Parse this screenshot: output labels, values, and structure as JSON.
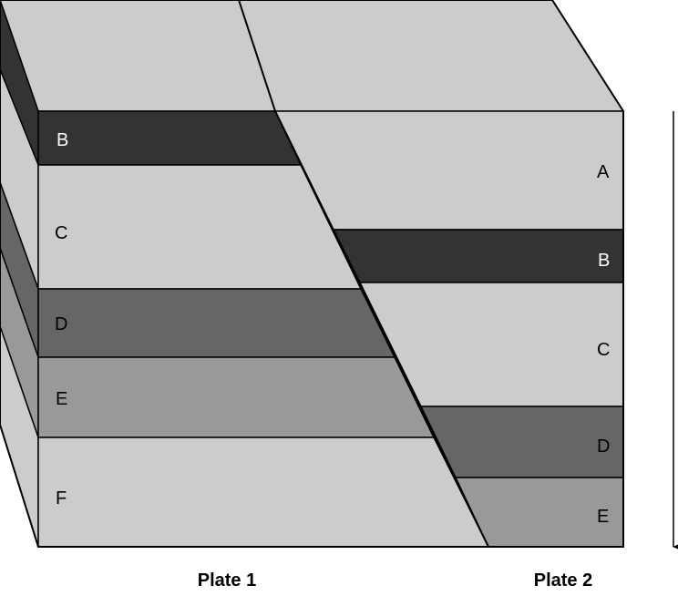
{
  "colors": {
    "light": "#cccccc",
    "mid": "#999999",
    "medium_dark": "#666666",
    "dark": "#333333",
    "outline": "#000000",
    "background": "#ffffff"
  },
  "plate1": {
    "label": "Plate 1",
    "layers": [
      "B",
      "C",
      "D",
      "E",
      "F"
    ]
  },
  "plate2": {
    "label": "Plate 2",
    "layers": [
      "A",
      "B",
      "C",
      "D",
      "E"
    ]
  },
  "arrow": {
    "direction": "down"
  }
}
